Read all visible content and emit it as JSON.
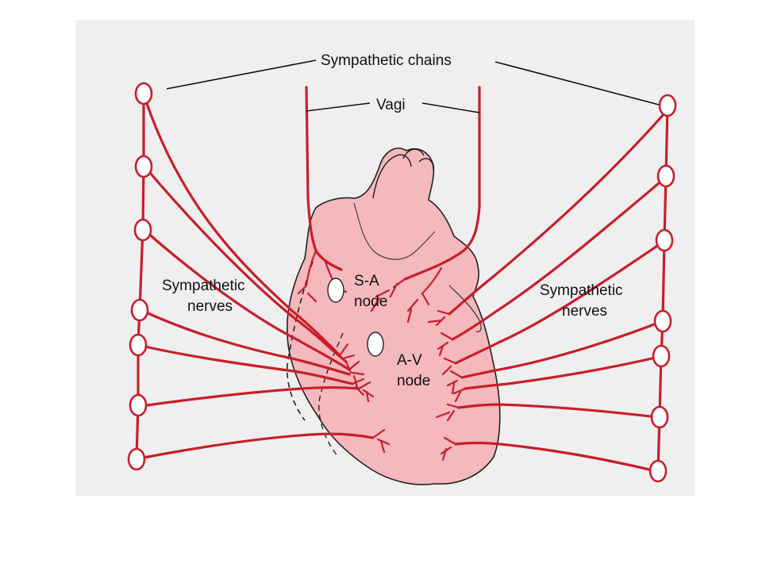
{
  "labels": {
    "sympathetic_chains": "Sympathetic chains",
    "vagi": "Vagi",
    "sa_node_line1": "S-A",
    "sa_node_line2": "node",
    "av_node_line1": "A-V",
    "av_node_line2": "node",
    "left_nerves_line1": "Sympathetic",
    "left_nerves_line2": "nerves",
    "right_nerves_line1": "Sympathetic",
    "right_nerves_line2": "nerves"
  },
  "colors": {
    "nerve": "#c81e2a",
    "heart_fill": "#f4b8bd",
    "heart_outline": "#222222",
    "background_scan": "#efefef",
    "label_text": "#111111"
  }
}
